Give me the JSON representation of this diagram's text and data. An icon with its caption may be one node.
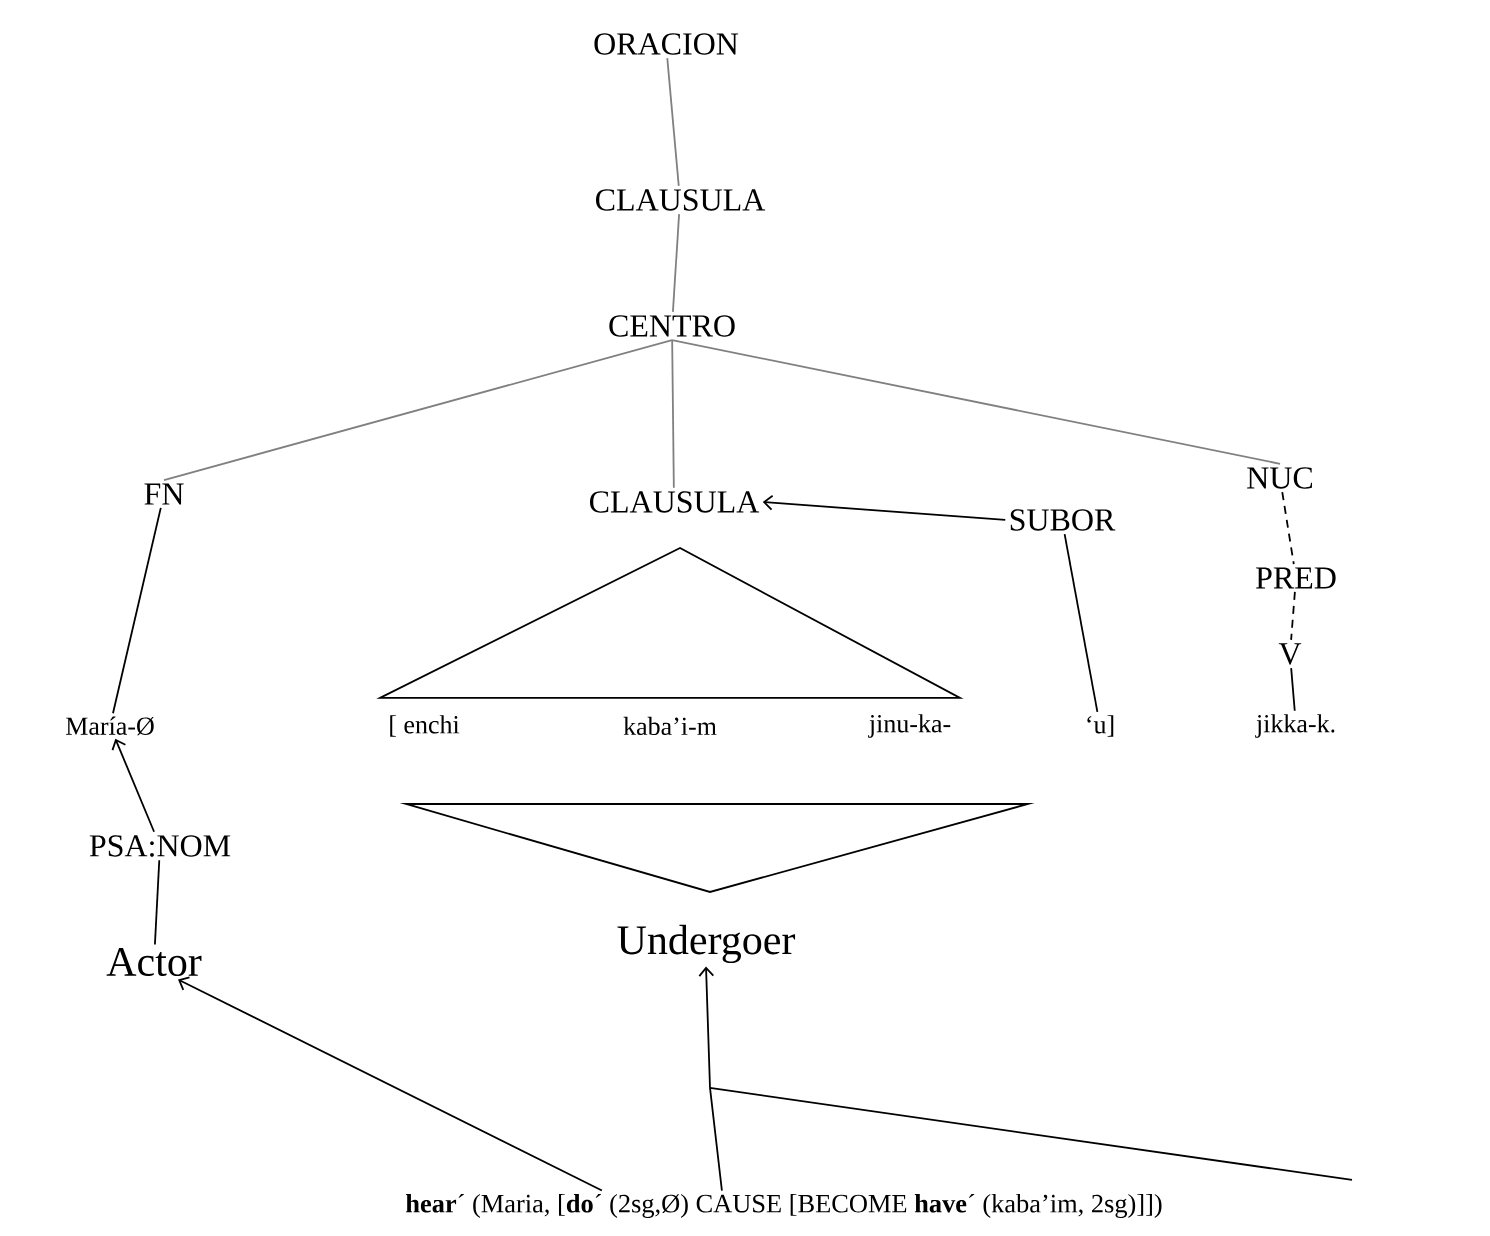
{
  "diagram": {
    "nodes": [
      {
        "text": [
          "ORACION"
        ]
      },
      {
        "text": [
          "CLAUSULA"
        ]
      },
      {
        "text": [
          "CENTRO"
        ]
      },
      {
        "text": [
          "FN"
        ]
      },
      {
        "text": [
          "CLAUSULA"
        ]
      },
      {
        "text": [
          "SUBOR"
        ]
      },
      {
        "text": [
          "NUC"
        ]
      },
      {
        "text": [
          "PRED"
        ]
      },
      {
        "text": [
          "V"
        ]
      },
      {
        "text": [
          "María-Ø"
        ]
      },
      {
        "text": [
          "[ enchi"
        ]
      },
      {
        "text": [
          "kaba’i-m"
        ]
      },
      {
        "text": [
          "jinu-ka-"
        ]
      },
      {
        "text": [
          "‘u]"
        ]
      },
      {
        "text": [
          "jikka-k."
        ]
      },
      {
        "text": [
          "PSA:NOM"
        ]
      },
      {
        "text": [
          "Actor"
        ]
      },
      {
        "text": [
          "Undergoer"
        ]
      },
      {
        "text": [
          "**hear**´ (Maria, [**do**´ (2sg,Ø) CAUSE [BECOME **have**´ (kaba’im, 2sg)]])"
        ]
      }
    ],
    "edges": [
      {
        "from": 0,
        "to": 1,
        "arrow": "none",
        "color": "#808080"
      },
      {
        "from": 1,
        "to": 2,
        "arrow": "none",
        "color": "#808080"
      },
      {
        "from": 2,
        "to": 3,
        "arrow": "none",
        "color": "#808080"
      },
      {
        "from": 2,
        "to": 4,
        "arrow": "none",
        "color": "#808080"
      },
      {
        "from": 2,
        "to": 6,
        "arrow": "none",
        "color": "#808080"
      },
      {
        "from": 5,
        "to": 4,
        "arrow": "to"
      },
      {
        "from": 5,
        "to": 13,
        "arrow": "none"
      },
      {
        "from": 6,
        "to": 7,
        "arrow": "none",
        "style": "dashed"
      },
      {
        "from": 7,
        "to": 8,
        "arrow": "none",
        "style": "dashed"
      },
      {
        "from": 8,
        "to": 14,
        "arrow": "none"
      },
      {
        "from": 3,
        "to": 9,
        "arrow": "none"
      },
      {
        "from": 15,
        "to": 9,
        "arrow": "to"
      },
      {
        "from": 15,
        "to": 16,
        "arrow": "none"
      },
      {
        "from": 18,
        "to": 16,
        "arrow": "to"
      },
      {
        "from": 18,
        "to": 17,
        "arrow": "to"
      }
    ]
  }
}
